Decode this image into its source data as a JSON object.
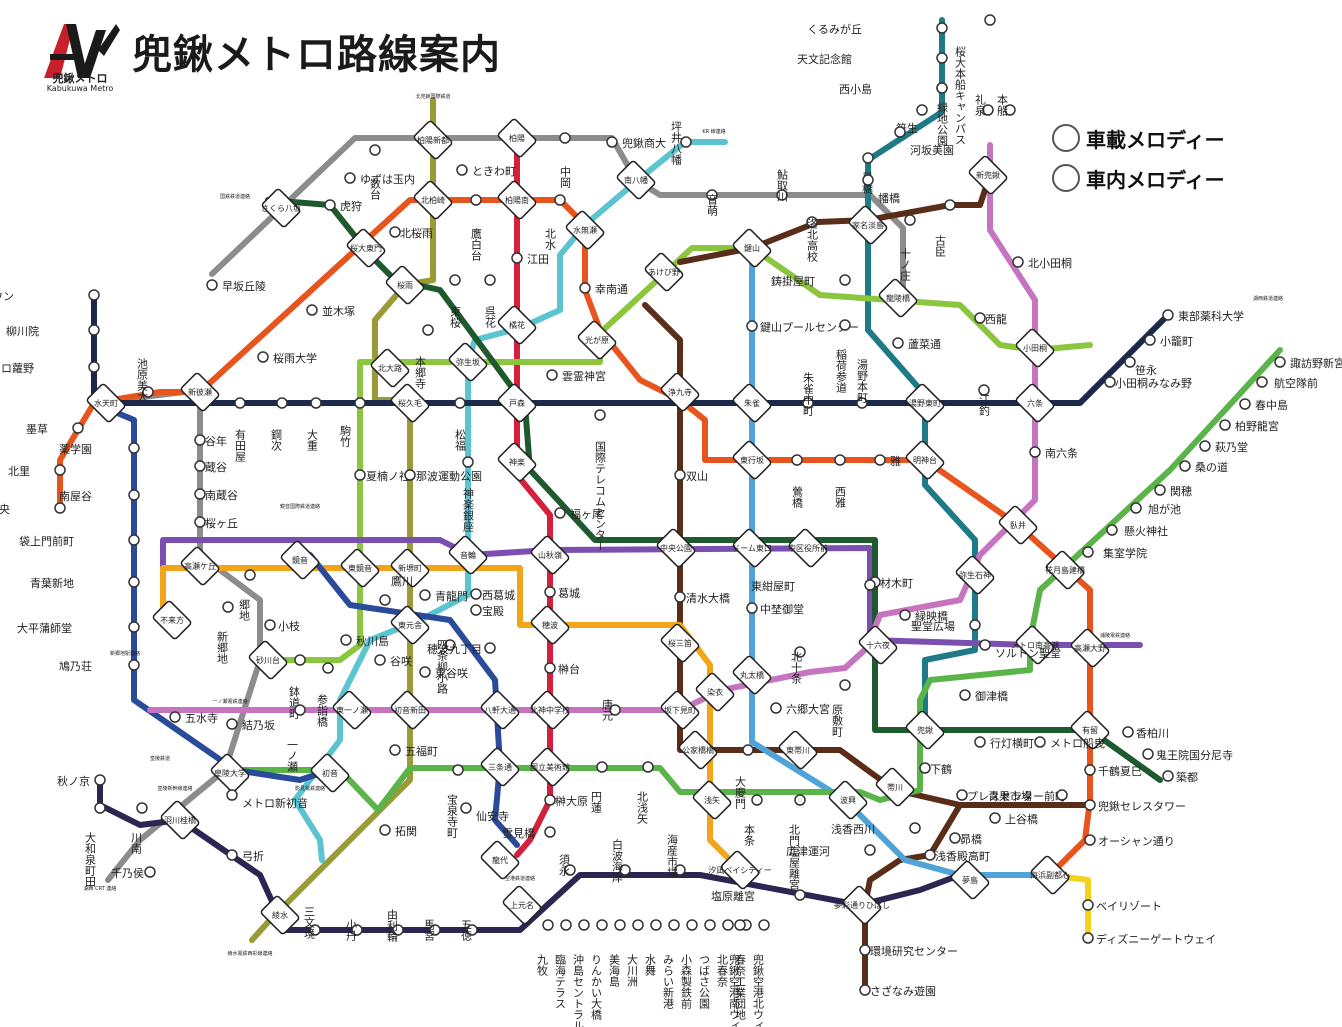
{
  "title": "兜鍬メトロ路線案内",
  "logo": {
    "name_jp": "兜鍬メトロ",
    "name_en": "Kabukuwa Metro"
  },
  "legend": [
    {
      "label": "車載メロディー"
    },
    {
      "label": "車内メロディー"
    }
  ],
  "colors": {
    "gray": "#8c8c8c",
    "orange": "#e8541e",
    "red": "#d4203c",
    "olive": "#9a9a36",
    "teal": "#1e7a86",
    "lightblue": "#5bc4d0",
    "lime": "#8cc63f",
    "brown": "#5a2d18",
    "skyblue": "#4fa3d8",
    "navy": "#1b2a4a",
    "purple": "#7b4fb0",
    "darkgreen": "#1e5a2e",
    "amber": "#f2a51a",
    "green": "#5ab44a",
    "blue": "#2a4b9a",
    "pink": "#c774c0",
    "darkpurple": "#2e2552",
    "yellow": "#f5d21a"
  },
  "stations": [
    {
      "name": "くるみが丘"
    },
    {
      "name": "天文記念館"
    },
    {
      "name": "西小島"
    },
    {
      "name": "笹生"
    },
    {
      "name": "河坂美園"
    },
    {
      "name": "墨橋"
    },
    {
      "name": "幡橋"
    },
    {
      "name": "家名淡島"
    },
    {
      "name": "十ノ庄"
    },
    {
      "name": "古臣"
    },
    {
      "name": "新兜鍬"
    },
    {
      "name": "北小田桐"
    },
    {
      "name": "西龍"
    },
    {
      "name": "小田桐"
    },
    {
      "name": "東部薬科大学"
    },
    {
      "name": "小籠町"
    },
    {
      "name": "笹永"
    },
    {
      "name": "小田桐みなみ野"
    },
    {
      "name": "六条"
    },
    {
      "name": "江釣"
    },
    {
      "name": "湯野本町"
    },
    {
      "name": "南六条"
    },
    {
      "name": "臥井"
    },
    {
      "name": "花月島建橋"
    },
    {
      "name": "集室学院"
    },
    {
      "name": "懸火神社"
    },
    {
      "name": "旭が池"
    },
    {
      "name": "関穂"
    },
    {
      "name": "桑の道"
    },
    {
      "name": "萩乃堂"
    },
    {
      "name": "柏野龍宮"
    },
    {
      "name": "春中島"
    },
    {
      "name": "航空隊前"
    },
    {
      "name": "諏訪野新宮"
    },
    {
      "name": "高瀬大野"
    },
    {
      "name": "香柏川"
    },
    {
      "name": "鬼王院国分尼寺"
    },
    {
      "name": "築都"
    },
    {
      "name": "有留"
    },
    {
      "name": "千鶴夏巳"
    },
    {
      "name": "兜鍬セレスタワー"
    },
    {
      "name": "オーシャン通り"
    },
    {
      "name": "海浜副都心"
    },
    {
      "name": "ベイリゾート"
    },
    {
      "name": "ディズニーゲートウェイ"
    },
    {
      "name": "桜大本船キャンパス"
    },
    {
      "name": "緑地公園"
    },
    {
      "name": "礼泉"
    },
    {
      "name": "本船"
    },
    {
      "name": "坪井八幡"
    },
    {
      "name": "兜鍬商大"
    },
    {
      "name": "南八幡"
    },
    {
      "name": "音萌"
    },
    {
      "name": "鮎取川"
    },
    {
      "name": "洛北高校"
    },
    {
      "name": "柏陽"
    },
    {
      "name": "中岡"
    },
    {
      "name": "柏陽南"
    },
    {
      "name": "北水"
    },
    {
      "name": "水無瀬"
    },
    {
      "name": "幸南通"
    },
    {
      "name": "光が原"
    },
    {
      "name": "あけび野"
    },
    {
      "name": "鍵山"
    },
    {
      "name": "鍵山プールセンター"
    },
    {
      "name": "鋳掛屋町"
    },
    {
      "name": "稲荷参道"
    },
    {
      "name": "龍陵橋"
    },
    {
      "name": "蘆菜通"
    },
    {
      "name": "湯野東町"
    },
    {
      "name": "朱雀中町"
    },
    {
      "name": "朱雀"
    },
    {
      "name": "浄九寺"
    },
    {
      "name": "国際テレコムセンター"
    },
    {
      "name": "戸森"
    },
    {
      "name": "松福"
    },
    {
      "name": "雲霊神宮"
    },
    {
      "name": "弥生坂"
    },
    {
      "name": "橘花"
    },
    {
      "name": "呉花"
    },
    {
      "name": "東桜"
    },
    {
      "name": "鷹白台"
    },
    {
      "name": "北柏崎"
    },
    {
      "name": "江田"
    },
    {
      "name": "ときわ町"
    },
    {
      "name": "柏陽新都"
    },
    {
      "name": "数台"
    },
    {
      "name": "ゆずは玉内"
    },
    {
      "name": "さくら八坂"
    },
    {
      "name": "虎狩"
    },
    {
      "name": "桜大東門"
    },
    {
      "name": "北桜雨"
    },
    {
      "name": "桜雨"
    },
    {
      "name": "早坂丘陵"
    },
    {
      "name": "並木塚"
    },
    {
      "name": "桜雨大学"
    },
    {
      "name": "本郷寺"
    },
    {
      "name": "北大路"
    },
    {
      "name": "桜久毛"
    },
    {
      "name": "駒竹"
    },
    {
      "name": "池原美大"
    },
    {
      "name": "新彼瀬"
    },
    {
      "name": "有田屋"
    },
    {
      "name": "鋼次"
    },
    {
      "name": "大重"
    },
    {
      "name": "水天町"
    },
    {
      "name": "湖西ニュータウン"
    },
    {
      "name": "柳川院"
    },
    {
      "name": "メトロ蘿野"
    },
    {
      "name": "墨草"
    },
    {
      "name": "北里"
    },
    {
      "name": "星谷中央"
    },
    {
      "name": "薬学園"
    },
    {
      "name": "南屋谷"
    },
    {
      "name": "袋上門前町"
    },
    {
      "name": "青葉新地"
    },
    {
      "name": "大平蒲師堂"
    },
    {
      "name": "鳩乃荘"
    },
    {
      "name": "谷年"
    },
    {
      "name": "蔵谷"
    },
    {
      "name": "南蔵谷"
    },
    {
      "name": "桜ヶ丘"
    },
    {
      "name": "夏楠ノ社"
    },
    {
      "name": "那波運動公園"
    },
    {
      "name": "神楽"
    },
    {
      "name": "神楽銀座"
    },
    {
      "name": "双山"
    },
    {
      "name": "福ヶ尾"
    },
    {
      "name": "鶯橋"
    },
    {
      "name": "西雅"
    },
    {
      "name": "雅"
    },
    {
      "name": "明神台"
    },
    {
      "name": "東行坂"
    },
    {
      "name": "中央公園"
    },
    {
      "name": "ドーム東口"
    },
    {
      "name": "中区役所前"
    },
    {
      "name": "材木町"
    },
    {
      "name": "弥生石神"
    },
    {
      "name": "鏡音"
    },
    {
      "name": "東鏡音"
    },
    {
      "name": "新堺町"
    },
    {
      "name": "音輪"
    },
    {
      "name": "山秋嶺"
    },
    {
      "name": "東紺屋町"
    },
    {
      "name": "緑映橋"
    },
    {
      "name": "聖堂広場"
    },
    {
      "name": "高瀬ケ丘"
    },
    {
      "name": "郷地"
    },
    {
      "name": "新郷地"
    },
    {
      "name": "不来方"
    },
    {
      "name": "青龍門"
    },
    {
      "name": "西葛城"
    },
    {
      "name": "宝殿"
    },
    {
      "name": "葛城"
    },
    {
      "name": "清水大橋"
    },
    {
      "name": "中埜御堂"
    },
    {
      "name": "十六夜"
    },
    {
      "name": "メトロ南高瀬"
    },
    {
      "name": "ソルトン聖堂"
    },
    {
      "name": "小枝"
    },
    {
      "name": "鷹川"
    },
    {
      "name": "東元舎"
    },
    {
      "name": "穂波"
    },
    {
      "name": "桜三笛"
    },
    {
      "name": "北十条"
    },
    {
      "name": "砂川台"
    },
    {
      "name": "秋川島"
    },
    {
      "name": "谷咲"
    },
    {
      "name": "四条柳小路"
    },
    {
      "name": "穂波九丁目"
    },
    {
      "name": "御津橋"
    },
    {
      "name": "鉢道町"
    },
    {
      "name": "参詣橋"
    },
    {
      "name": "東谷咲"
    },
    {
      "name": "榊台"
    },
    {
      "name": "丸太橋"
    },
    {
      "name": "原敷町"
    },
    {
      "name": "一ノ瀬"
    },
    {
      "name": "東一ノ瀬"
    },
    {
      "name": "初音新田"
    },
    {
      "name": "八軒大通"
    },
    {
      "name": "北神中学校"
    },
    {
      "name": "唐元"
    },
    {
      "name": "坂下見町"
    },
    {
      "name": "染衣"
    },
    {
      "name": "六郷大宮"
    },
    {
      "name": "五水寺"
    },
    {
      "name": "結乃坂"
    },
    {
      "name": "五福町"
    },
    {
      "name": "公家橋橋"
    },
    {
      "name": "大慶門"
    },
    {
      "name": "東帯川"
    },
    {
      "name": "兜鍬"
    },
    {
      "name": "行灯横町"
    },
    {
      "name": "メトロ船曳"
    },
    {
      "name": "皇陵大学"
    },
    {
      "name": "初音"
    },
    {
      "name": "三条通"
    },
    {
      "name": "国立美術館"
    },
    {
      "name": "円蓮"
    },
    {
      "name": "北浅矢"
    },
    {
      "name": "下鶴"
    },
    {
      "name": "帯川"
    },
    {
      "name": "プレスセンター前町"
    },
    {
      "name": "青果市場"
    },
    {
      "name": "秋ノ京"
    },
    {
      "name": "メトロ新初音"
    },
    {
      "name": "宝泉寺町"
    },
    {
      "name": "仙安寺"
    },
    {
      "name": "榊大原"
    },
    {
      "name": "浅矢"
    },
    {
      "name": "本条"
    },
    {
      "name": "北門塩屋離宮"
    },
    {
      "name": "波興"
    },
    {
      "name": "上谷橋"
    },
    {
      "name": "大和泉町田"
    },
    {
      "name": "川南"
    },
    {
      "name": "羽川桂橋"
    },
    {
      "name": "拓関"
    },
    {
      "name": "雪見橋"
    },
    {
      "name": "浅香西川"
    },
    {
      "name": "昴橋"
    },
    {
      "name": "弓折"
    },
    {
      "name": "千乃侯"
    },
    {
      "name": "龍代"
    },
    {
      "name": "須永"
    },
    {
      "name": "白波海岸"
    },
    {
      "name": "海産市場"
    },
    {
      "name": "汐凪ベイシティー"
    },
    {
      "name": "広津運河"
    },
    {
      "name": "浅香殿高町"
    },
    {
      "name": "夢島"
    },
    {
      "name": "塩原離宮"
    },
    {
      "name": "夢彩通りひばし"
    },
    {
      "name": "綾水"
    },
    {
      "name": "三文境"
    },
    {
      "name": "小丹"
    },
    {
      "name": "由利輪"
    },
    {
      "name": "馬宮"
    },
    {
      "name": "五徳"
    },
    {
      "name": "上元名"
    },
    {
      "name": "九牧"
    },
    {
      "name": "臨海テラス"
    },
    {
      "name": "沖島セントラル"
    },
    {
      "name": "りんかい大橋"
    },
    {
      "name": "美海島"
    },
    {
      "name": "大川洲"
    },
    {
      "name": "水舞"
    },
    {
      "name": "みらい新港"
    },
    {
      "name": "小森製鉄前"
    },
    {
      "name": "つばさ公園"
    },
    {
      "name": "北春奈"
    },
    {
      "name": "春奈工業団地"
    },
    {
      "name": "兜鍬空港北ウィング"
    },
    {
      "name": "兜鍬空港南ウィング"
    },
    {
      "name": "環境研究センター"
    },
    {
      "name": "さざなみ遊園"
    }
  ],
  "connection_notes": [
    {
      "text": "北兜鍬国際鉄道"
    },
    {
      "text": "KR 線連絡"
    },
    {
      "text": "国鉄鉄道連絡"
    },
    {
      "text": "湖西鉄道連絡"
    },
    {
      "text": "鏡音国際鉄道連絡"
    },
    {
      "text": "新郷地駅連絡"
    },
    {
      "text": "一ノ瀬電鉄連絡"
    },
    {
      "text": "皇陵鉄道"
    },
    {
      "text": "皇陵新幹線連絡"
    },
    {
      "text": "影見電鉄連絡"
    },
    {
      "text": "湖西 CRT 連絡"
    },
    {
      "text": "空港鉄道連絡"
    },
    {
      "text": "綾水電鉄西彩線連絡"
    },
    {
      "text": "浦陵電鉄連絡"
    }
  ]
}
